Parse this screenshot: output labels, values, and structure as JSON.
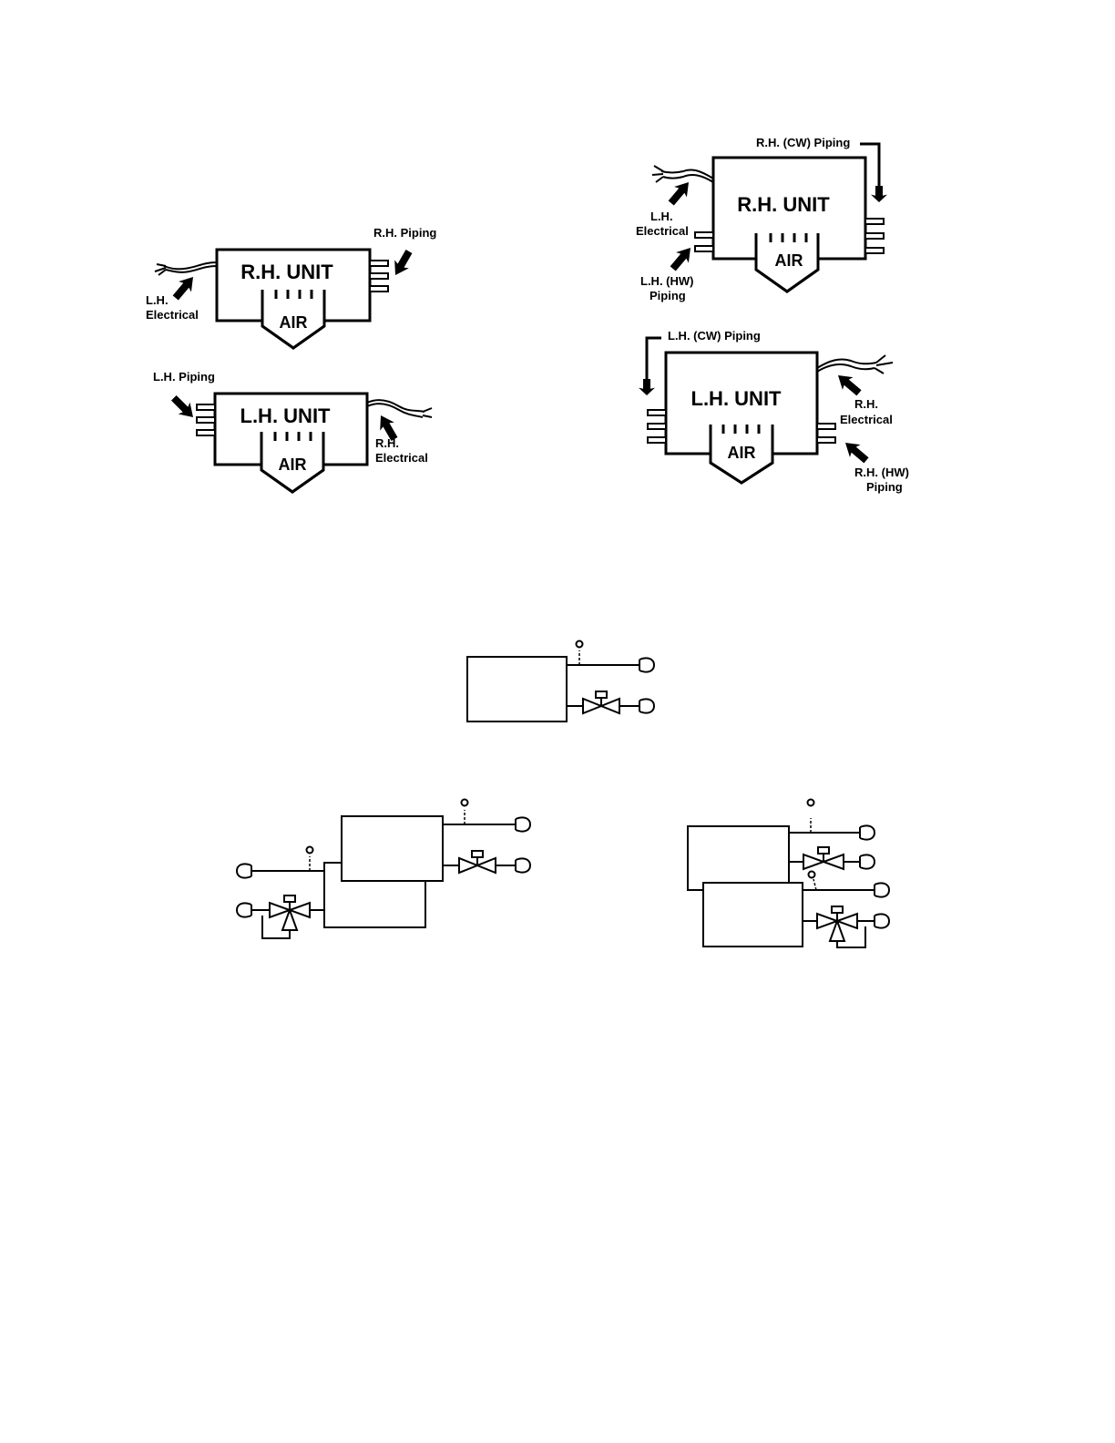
{
  "unit_diagrams": {
    "rh_unit_basic": {
      "title": "R.H. UNIT",
      "air": "AIR",
      "piping": "R.H. Piping",
      "electrical_line1": "L.H.",
      "electrical_line2": "Electrical"
    },
    "lh_unit_basic": {
      "title": "L.H. UNIT",
      "air": "AIR",
      "piping": "L.H. Piping",
      "electrical_line1": "R.H.",
      "electrical_line2": "Electrical"
    },
    "rh_unit_cw_hw": {
      "title": "R.H. UNIT",
      "air": "AIR",
      "cw_piping": "R.H. (CW) Piping",
      "electrical_line1": "L.H.",
      "electrical_line2": "Electrical",
      "hw_piping_line1": "L.H. (HW)",
      "hw_piping_line2": "Piping"
    },
    "lh_unit_cw_hw": {
      "title": "L.H. UNIT",
      "air": "AIR",
      "cw_piping": "L.H. (CW) Piping",
      "electrical_line1": "R.H.",
      "electrical_line2": "Electrical",
      "hw_piping_line1": "R.H. (HW)",
      "hw_piping_line2": "Piping"
    }
  },
  "colors": {
    "ink": "#000000",
    "paper": "#ffffff"
  },
  "icons": [
    "thick-arrow-icon",
    "electrical-cable-icon",
    "two-way-valve-icon",
    "three-way-valve-icon",
    "vent-icon",
    "pipe-connection-icon"
  ]
}
